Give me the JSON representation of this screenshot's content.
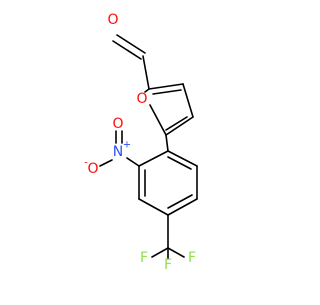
{
  "diagram": {
    "atoms": {
      "aldehyde_oxygen": "O",
      "ring_oxygen": "O",
      "nitro_nitrogen": "N",
      "nitro_plus_charge": "+",
      "nitro_oxygen_double": "O",
      "nitro_oxygen_single": "O",
      "nitro_minus_charge": "-",
      "fluorine_top": "F",
      "fluorine_left": "F",
      "fluorine_right": "F"
    },
    "colors": {
      "bond": "#000000",
      "oxygen": "#ff0d0d",
      "nitrogen": "#3050f8",
      "fluorine": "#90e050"
    }
  }
}
